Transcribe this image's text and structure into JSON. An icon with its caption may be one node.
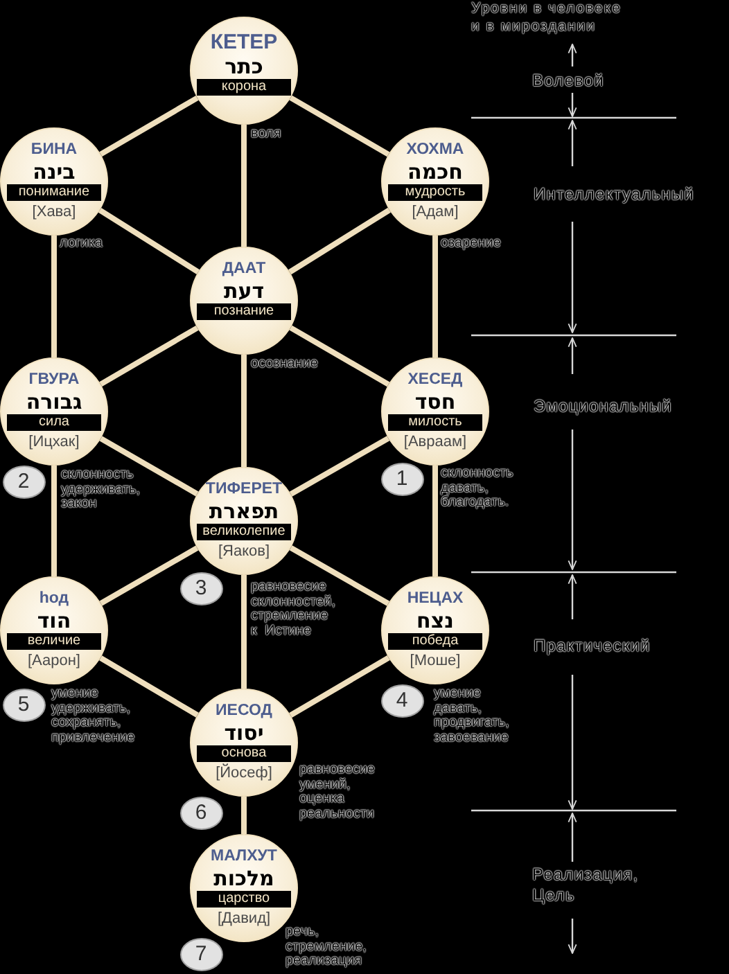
{
  "diagram": {
    "nodes": [
      {
        "text": [
          "КЕТЕР",
          "כתר",
          "корона"
        ],
        "beside": [
          "воля"
        ]
      },
      {
        "text": [
          "БИНА",
          "בינה",
          "понимание",
          "[Хава]"
        ],
        "beside": [
          "логика"
        ]
      },
      {
        "text": [
          "ХОХМА",
          "חכמה",
          "мудрость",
          "[Адам]"
        ],
        "beside": [
          "озарение"
        ]
      },
      {
        "text": [
          "ДААТ",
          "דעת",
          "познание"
        ],
        "beside": [
          "осознание"
        ]
      },
      {
        "text": [
          "ГВУРА",
          "גבורה",
          "сила",
          "[Ицхак]"
        ],
        "beside": [
          "склонность удерживать, закон"
        ]
      },
      {
        "text": [
          "ХЕСЕД",
          "חסד",
          "милость",
          "[Авраам]"
        ],
        "beside": [
          "склонность давать, благодать."
        ]
      },
      {
        "text": [
          "2"
        ]
      },
      {
        "text": [
          "1"
        ]
      },
      {
        "text": [
          "ТИФЕРЕТ",
          "תפארת",
          "великолепие",
          "[Яаков]"
        ],
        "beside": [
          "равновесие склонностей, стремление к Истине"
        ]
      },
      {
        "text": [
          "3"
        ]
      },
      {
        "text": [
          "hод",
          "הוד",
          "величие",
          "[Аарон]"
        ],
        "beside": [
          "умение удерживать, сохранять, привлечение"
        ]
      },
      {
        "text": [
          "НЕЦАХ",
          "נצח",
          "победа",
          "[Моше]"
        ],
        "beside": [
          "умение давать, продвигать, завоевание"
        ]
      },
      {
        "text": [
          "5"
        ]
      },
      {
        "text": [
          "4"
        ]
      },
      {
        "text": [
          "ИЕСОД",
          "יסוד",
          "основа",
          "[Йосеф]"
        ],
        "beside": [
          "равновесие умений, оценка реальности"
        ]
      },
      {
        "text": [
          "6"
        ]
      },
      {
        "text": [
          "МАЛХУТ",
          "מלכות",
          "царство",
          "[Давид]"
        ],
        "beside": [
          "речь, стремление, реализация"
        ]
      },
      {
        "text": [
          "7"
        ]
      }
    ],
    "edges": [
      {
        "from": 0,
        "to": 1,
        "arrow": "none"
      },
      {
        "from": 0,
        "to": 2,
        "arrow": "none"
      },
      {
        "from": 0,
        "to": 3,
        "arrow": "none"
      },
      {
        "from": 1,
        "to": 3,
        "arrow": "none"
      },
      {
        "from": 2,
        "to": 3,
        "arrow": "none"
      },
      {
        "from": 1,
        "to": 4,
        "arrow": "none"
      },
      {
        "from": 2,
        "to": 5,
        "arrow": "none"
      },
      {
        "from": 3,
        "to": 4,
        "arrow": "none"
      },
      {
        "from": 3,
        "to": 5,
        "arrow": "none"
      },
      {
        "from": 3,
        "to": 8,
        "arrow": "none"
      },
      {
        "from": 4,
        "to": 8,
        "arrow": "none"
      },
      {
        "from": 5,
        "to": 8,
        "arrow": "none"
      },
      {
        "from": 4,
        "to": 10,
        "arrow": "none"
      },
      {
        "from": 5,
        "to": 11,
        "arrow": "none"
      },
      {
        "from": 8,
        "to": 10,
        "arrow": "none"
      },
      {
        "from": 8,
        "to": 11,
        "arrow": "none"
      },
      {
        "from": 8,
        "to": 14,
        "arrow": "none"
      },
      {
        "from": 10,
        "to": 14,
        "arrow": "none"
      },
      {
        "from": 11,
        "to": 14,
        "arrow": "none"
      },
      {
        "from": 14,
        "to": 16,
        "arrow": "none"
      }
    ],
    "labels": [
      "Уровни в человеке и в мироздании",
      "Волевой",
      "Интеллектуальный",
      "Эмоциональный",
      "Практический",
      "Реализация, Цель"
    ]
  }
}
